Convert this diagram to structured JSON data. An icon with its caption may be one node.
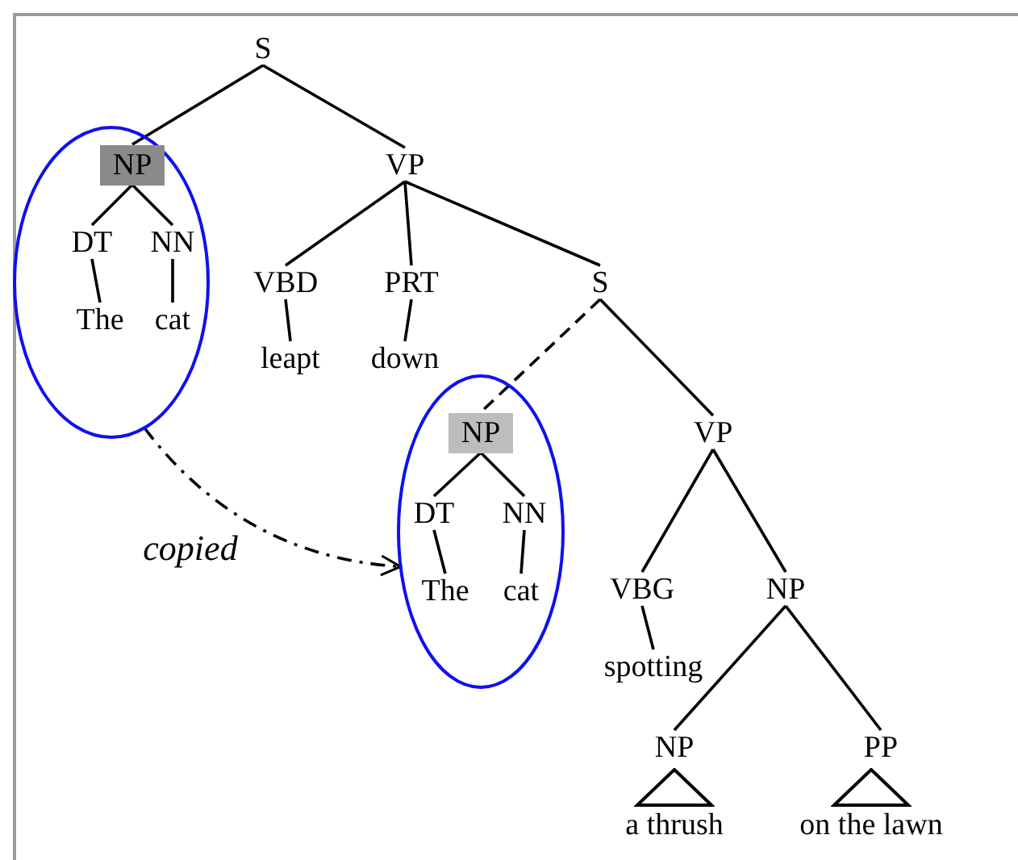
{
  "diagram": {
    "nodes": [
      {
        "text": [
          "S"
        ]
      },
      {
        "text": [],
        "shape": "ellipse"
      },
      {
        "text": [
          "NP"
        ],
        "in": 1
      },
      {
        "text": [
          "DT"
        ],
        "in": 1
      },
      {
        "text": [
          "NN"
        ],
        "in": 1
      },
      {
        "text": [
          "The"
        ],
        "in": 1
      },
      {
        "text": [
          "cat"
        ],
        "in": 1
      },
      {
        "text": [
          "VP"
        ]
      },
      {
        "text": [
          "VBD"
        ]
      },
      {
        "text": [
          "PRT"
        ]
      },
      {
        "text": [
          "leapt"
        ]
      },
      {
        "text": [
          "down"
        ]
      },
      {
        "text": [
          "S"
        ]
      },
      {
        "text": [],
        "shape": "ellipse"
      },
      {
        "text": [
          "NP"
        ],
        "in": 13
      },
      {
        "text": [
          "DT"
        ],
        "in": 13
      },
      {
        "text": [
          "NN"
        ],
        "in": 13
      },
      {
        "text": [
          "The"
        ],
        "in": 13
      },
      {
        "text": [
          "cat"
        ],
        "in": 13
      },
      {
        "text": [
          "VP"
        ]
      },
      {
        "text": [
          "VBG"
        ]
      },
      {
        "text": [
          "NP"
        ]
      },
      {
        "text": [
          "spotting"
        ]
      },
      {
        "text": [
          "NP"
        ]
      },
      {
        "text": [
          "PP"
        ]
      },
      {
        "text": [
          "a thrush"
        ]
      },
      {
        "text": [
          "on the lawn"
        ]
      }
    ],
    "edges": [
      {
        "from": 0,
        "to": 2,
        "arrow": "none"
      },
      {
        "from": 0,
        "to": 7,
        "arrow": "none"
      },
      {
        "from": 2,
        "to": 3,
        "arrow": "none"
      },
      {
        "from": 2,
        "to": 4,
        "arrow": "none"
      },
      {
        "from": 3,
        "to": 5,
        "arrow": "none"
      },
      {
        "from": 4,
        "to": 6,
        "arrow": "none"
      },
      {
        "from": 7,
        "to": 8,
        "arrow": "none"
      },
      {
        "from": 7,
        "to": 9,
        "arrow": "none"
      },
      {
        "from": 7,
        "to": 12,
        "arrow": "none"
      },
      {
        "from": 8,
        "to": 10,
        "arrow": "none"
      },
      {
        "from": 9,
        "to": 11,
        "arrow": "none"
      },
      {
        "from": 12,
        "to": 14,
        "arrow": "none",
        "style": "dashed"
      },
      {
        "from": 12,
        "to": 19,
        "arrow": "none"
      },
      {
        "from": 14,
        "to": 15,
        "arrow": "none"
      },
      {
        "from": 14,
        "to": 16,
        "arrow": "none"
      },
      {
        "from": 15,
        "to": 17,
        "arrow": "none"
      },
      {
        "from": 16,
        "to": 18,
        "arrow": "none"
      },
      {
        "from": 19,
        "to": 20,
        "arrow": "none"
      },
      {
        "from": 19,
        "to": 21,
        "arrow": "none"
      },
      {
        "from": 20,
        "to": 22,
        "arrow": "none"
      },
      {
        "from": 21,
        "to": 23,
        "arrow": "none"
      },
      {
        "from": 21,
        "to": 24,
        "arrow": "none"
      },
      {
        "from": 1,
        "to": 13,
        "arrow": "to",
        "style": "dashed",
        "label": "copied"
      }
    ]
  }
}
